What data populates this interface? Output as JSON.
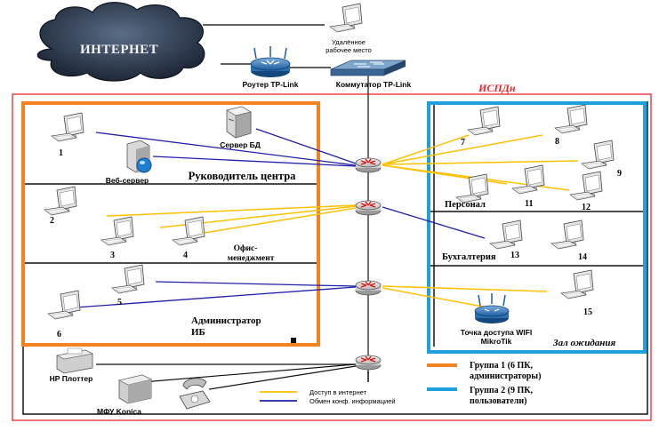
{
  "internet": {
    "label": "ИНТЕРНЕТ"
  },
  "remote": {
    "line1": "Удалённое",
    "line2": "рабочее место"
  },
  "router": {
    "label": "Роутер TP-Link"
  },
  "switch": {
    "label": "Коммутатор TP-Link"
  },
  "ispdn": {
    "label": "ИСПДн"
  },
  "group1": {
    "zone1": {
      "title": "Руководитель центра",
      "db_server": "Сервер БД",
      "web_server": "Веб-сервер",
      "pc1": "1"
    },
    "zone2": {
      "title_line1": "Офис-",
      "title_line2": "менеджмент",
      "pc2": "2",
      "pc3": "3",
      "pc4": "4"
    },
    "zone3": {
      "title_line1": "Администратор",
      "title_line2": "ИБ",
      "pc5": "5",
      "pc6": "6"
    }
  },
  "group2": {
    "zone1": {
      "title": "Персонал",
      "pc7": "7",
      "pc8": "8",
      "pc9": "9",
      "pc11": "11",
      "pc12": "12"
    },
    "zone2": {
      "title": "Бухгалтерия",
      "pc13": "13",
      "pc14": "14"
    },
    "zone3": {
      "title": "Зал ожидания",
      "ap_line1": "Точка доступа WIFI",
      "ap_line2": "MikroTik",
      "pc15": "15"
    }
  },
  "peripherals": {
    "plotter": "HP Плоттер",
    "mfu": "МФУ Konica"
  },
  "legend": {
    "internet_access": "Доступ в интернет",
    "conf_exchange": "Обмен конф. информацией",
    "group1_line1": "Группа 1 (6 ПК,",
    "group1_line2": "администраторы)",
    "group2_line1": "Группа 2 (9 ПК,",
    "group2_line2": "пользователи)"
  },
  "colors": {
    "ispdn_border": "#e8262a",
    "group1": "#f58220",
    "group2": "#1fa0dc",
    "internet_line": "#ffc000",
    "conf_line": "#1f1fa8",
    "cloud": "#2e3a4f"
  }
}
